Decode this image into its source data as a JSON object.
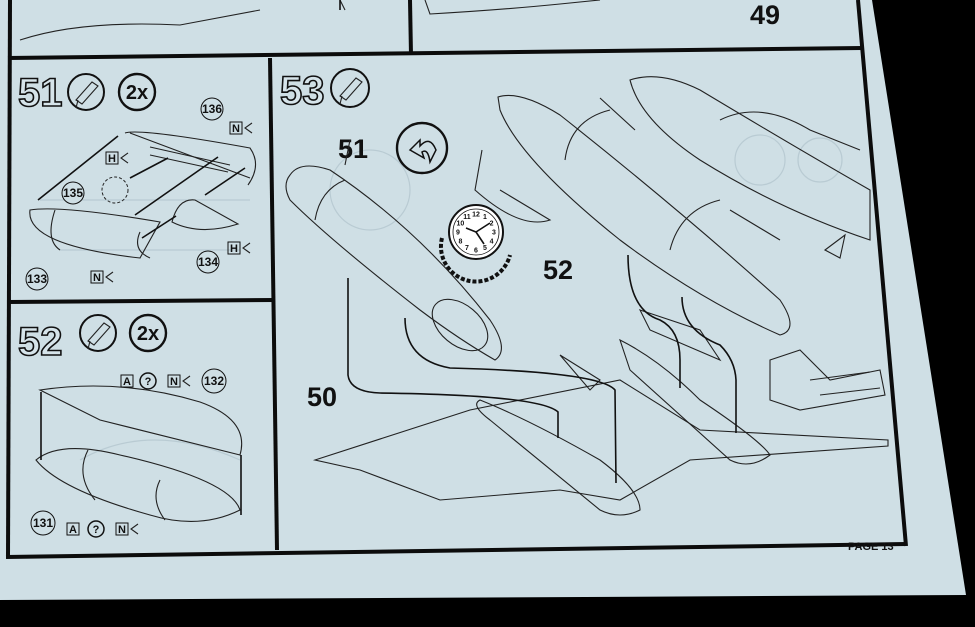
{
  "page_label": "PAGE 13",
  "colors": {
    "paper": "#cfdfe5",
    "ink": "#111111",
    "background": "#000000"
  },
  "top_panel": {
    "callout": "49"
  },
  "steps": [
    {
      "number": "51",
      "icons": [
        "glue-icon"
      ],
      "quantity": "2x",
      "parts": {
        "p136": "136",
        "p135": "135",
        "p134": "134",
        "p133": "133"
      },
      "flags": {
        "n_top": "N",
        "h_left": "H",
        "h_right": "H",
        "n_bottom": "N"
      }
    },
    {
      "number": "52",
      "icons": [
        "glue-icon"
      ],
      "quantity": "2x",
      "parts": {
        "p132": "132",
        "p131": "131"
      },
      "paint_top": {
        "a": "A",
        "mix": "?",
        "n": "N"
      },
      "paint_bottom": {
        "a": "A",
        "mix": "?",
        "n": "N"
      }
    },
    {
      "number": "53",
      "icons": [
        "glue-icon",
        "flip-over-icon",
        "drying-time-clock-icon"
      ],
      "callouts": {
        "c51": "51",
        "c52": "52",
        "c50": "50"
      },
      "clock_numbers": [
        "12",
        "1",
        "2",
        "3",
        "4",
        "5",
        "6",
        "7",
        "8",
        "9",
        "10",
        "11"
      ]
    }
  ]
}
